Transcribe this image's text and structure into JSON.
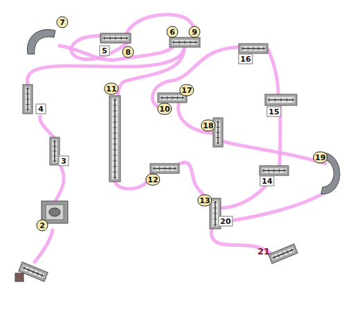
{
  "diagram": {
    "labels": [
      "7",
      "5",
      "8",
      "6",
      "9",
      "16",
      "11",
      "4",
      "17",
      "10",
      "15",
      "18",
      "3",
      "19",
      "12",
      "14",
      "13",
      "20",
      "2",
      "21"
    ]
  }
}
